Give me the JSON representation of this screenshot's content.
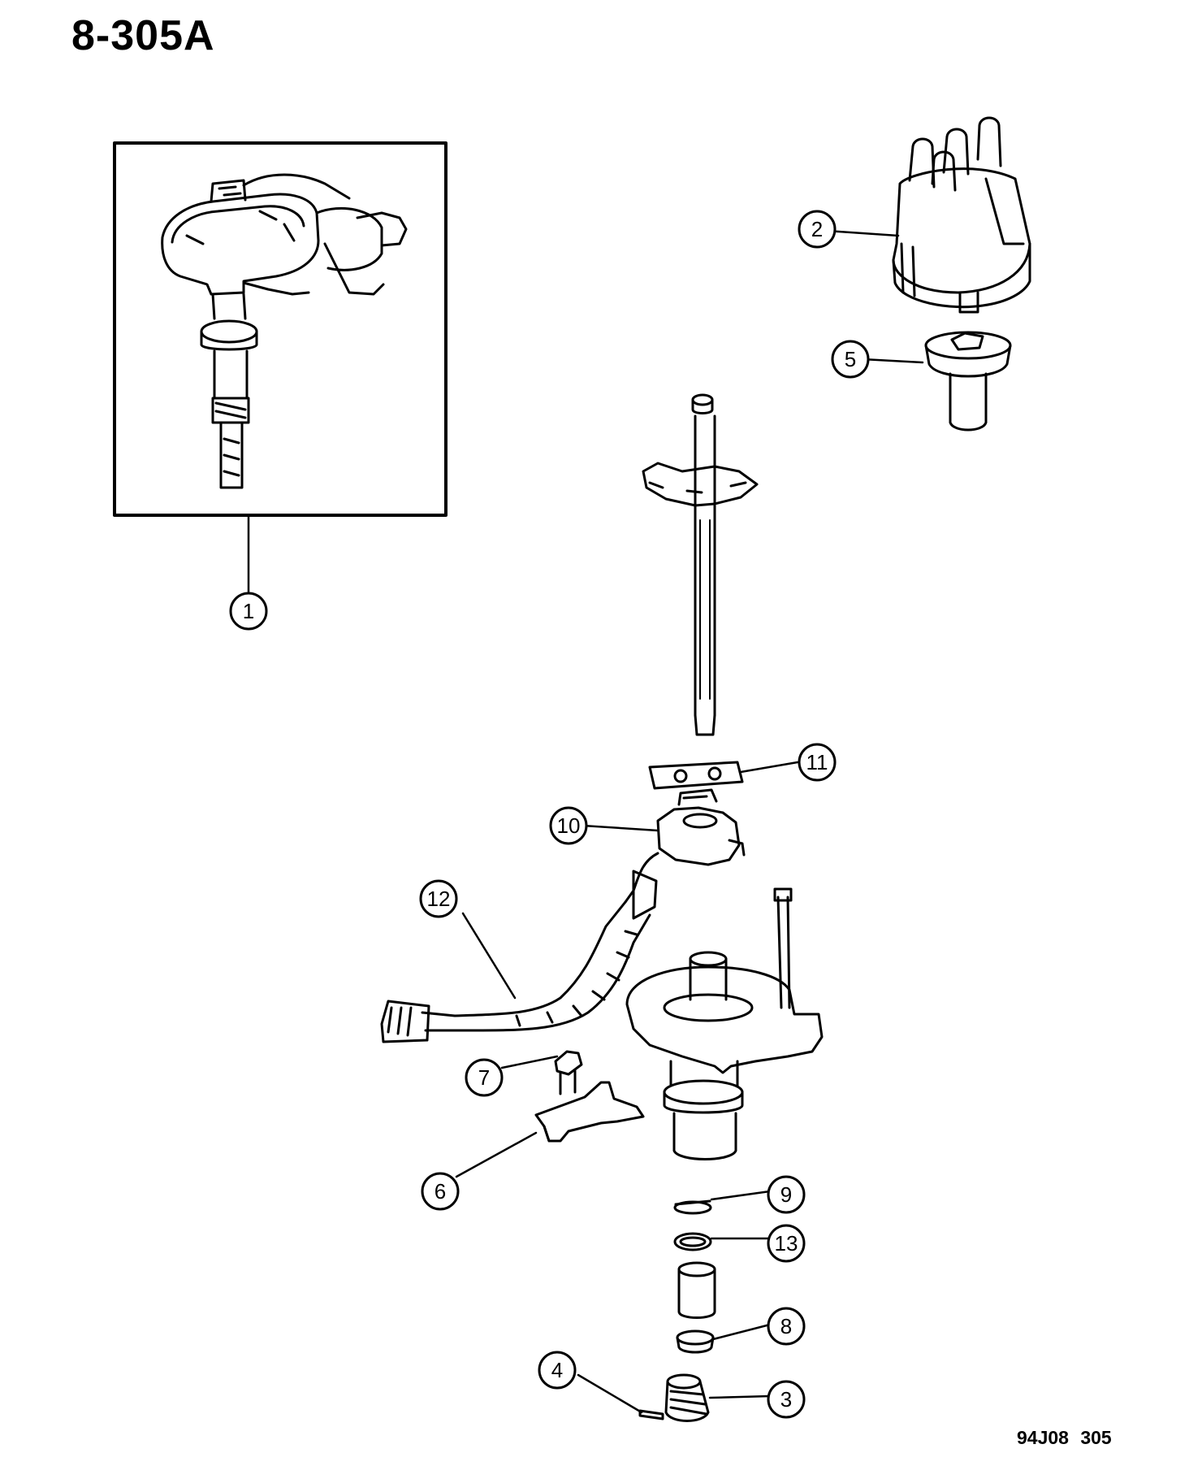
{
  "figure_id": "8-305A",
  "drawing_code": "94J08 305",
  "callouts": [
    "1",
    "2",
    "3",
    "4",
    "5",
    "6",
    "7",
    "8",
    "9",
    "10",
    "11",
    "12",
    "13"
  ],
  "ink_color": "#000000",
  "paper_color": "#ffffff"
}
